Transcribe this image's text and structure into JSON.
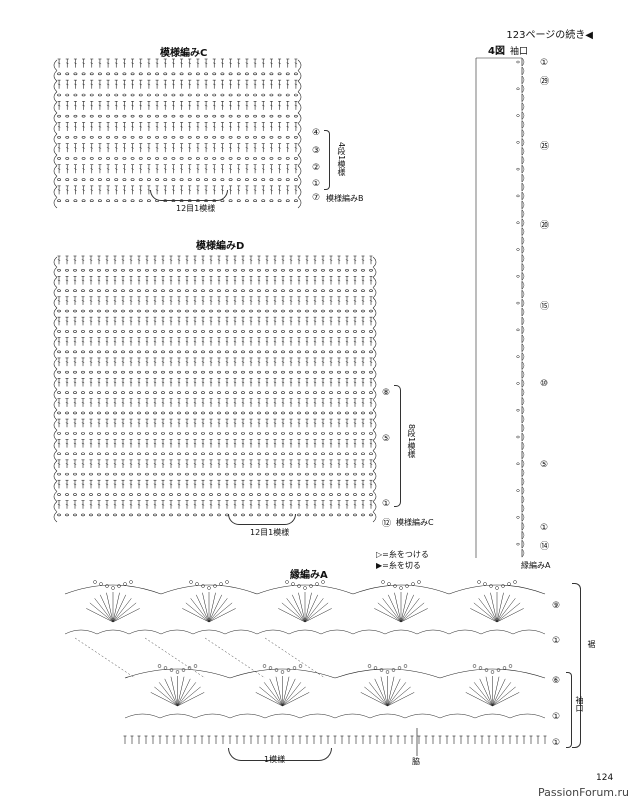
{
  "header": {
    "continuation": "123ページの続き◀"
  },
  "chartC": {
    "title": "模様編みC",
    "rows": [
      "④",
      "③",
      "②",
      "①",
      "⑦"
    ],
    "bracket_label": "4段1模様",
    "base_label": "模様編みB",
    "repeat_label": "12目1模様"
  },
  "chartD": {
    "title": "模様編みD",
    "rows": [
      "⑧",
      "⑤",
      "①",
      "⑫"
    ],
    "bracket_label": "8段1模様",
    "base_label": "模様編みC",
    "repeat_label": "12目1模様"
  },
  "figure4": {
    "title": "4図",
    "subtitle": "袖口",
    "rows": [
      "①",
      "㉙",
      "㉕",
      "⑳",
      "⑮",
      "⑩",
      "⑤",
      "①",
      "⑭"
    ],
    "base_label": "縁編みA"
  },
  "edgingA": {
    "title": "縁編みA",
    "legend_attach": "▷=糸をつける",
    "legend_cut": "▶=糸を切る",
    "rows": [
      "⑨",
      "①",
      "⑥",
      "①",
      "①"
    ],
    "side_label_outer": "裾",
    "side_label_inner": "袖口",
    "repeat_label": "1模様",
    "side_mark": "脇"
  },
  "footer": {
    "page_number": "124",
    "watermark": "PassionForum.ru"
  }
}
